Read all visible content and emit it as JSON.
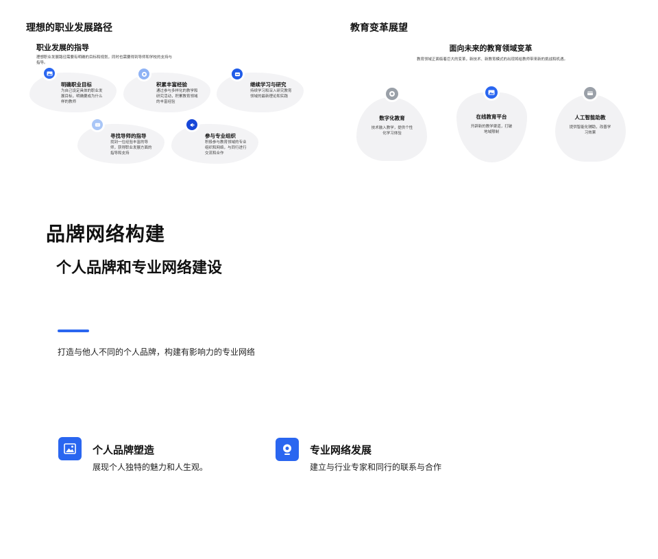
{
  "left_panel": {
    "title": "理想的职业发展路径",
    "subtitle": "职业发展的指导",
    "intro": "理想职业发展路径需要有明确的目标和规划，同时也需要得到导师和学校的支持与指导。",
    "cards": [
      {
        "title": "明确职业目标",
        "desc": "为自己设定具体的职业发展目标，明确要成为什么样的教师",
        "icon": "image-icon"
      },
      {
        "title": "积累丰富经验",
        "desc": "通过参与多样化的教学和研究活动，积累教育领域的丰富经验",
        "icon": "target-icon"
      },
      {
        "title": "继续学习与研究",
        "desc": "持续学习和深入研究教育领域的最新理论和实践",
        "icon": "inbox-icon"
      },
      {
        "title": "寻找导师的指导",
        "desc": "找到一位经验丰富的导师，获得职业发展方面的指导和支持",
        "icon": "chat-icon"
      },
      {
        "title": "参与专业组织",
        "desc": "积极参与教育领域的专业组织和网络，与同行进行交流和合作",
        "icon": "megaphone-icon"
      }
    ]
  },
  "right_panel": {
    "title": "教育变革展望",
    "subtitle": "面向未来的教育领域变革",
    "intro": "教育领域正面临着巨大的变革，新技术、新教育模式的出现将给教师带来新的挑战和机遇。",
    "cards": [
      {
        "title": "数字化教育",
        "desc": "技术融入教学，提供个性化学习体验",
        "icon": "target-icon"
      },
      {
        "title": "在线教育平台",
        "desc": "开辟新的教学渠道，打破地域限制",
        "icon": "image-icon"
      },
      {
        "title": "人工智能助教",
        "desc": "提供智能化辅助，改善学习效果",
        "icon": "wallet-icon"
      }
    ]
  },
  "brand": {
    "title": "品牌网络构建",
    "subtitle": "个人品牌和专业网络建设",
    "lead": "打造与他人不同的个人品牌，构建有影响力的专业网络",
    "features": [
      {
        "title": "个人品牌塑造",
        "desc": "展现个人独特的魅力和人生观。",
        "icon": "image-icon"
      },
      {
        "title": "专业网络发展",
        "desc": "建立与行业专家和同行的联系与合作",
        "icon": "location-icon"
      }
    ]
  },
  "colors": {
    "accent": "#2a66f0",
    "card_bg": "#f3f3f5",
    "grey_badge": "#9aa0a8"
  }
}
